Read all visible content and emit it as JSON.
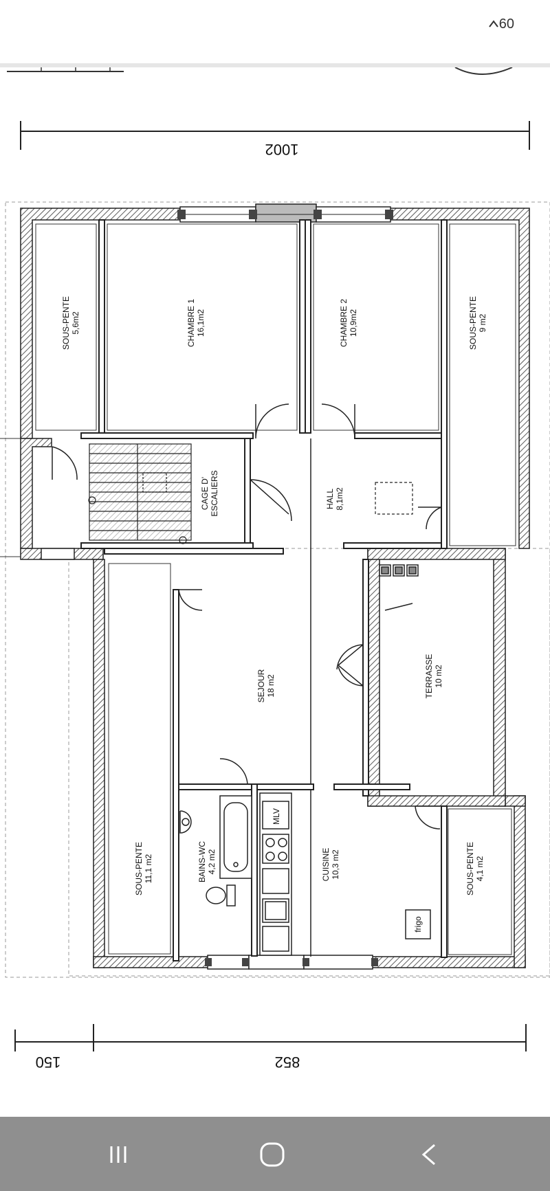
{
  "status_bar": {
    "signal_text": "60",
    "icon": "data-arrows-icon"
  },
  "plan": {
    "dimensions": {
      "top": "1002",
      "bottom_left": "150",
      "bottom_right": "852"
    },
    "rooms": [
      {
        "id": "sous-pente-a",
        "name": "SOUS-PENTE",
        "area": "5,6m2"
      },
      {
        "id": "chambre-1",
        "name": "CHAMBRE 1",
        "area": "16,1m2"
      },
      {
        "id": "chambre-2",
        "name": "CHAMBRE 2",
        "area": "10,9m2"
      },
      {
        "id": "sous-pente-b",
        "name": "SOUS-PENTE",
        "area": "9 m2"
      },
      {
        "id": "cage-escaliers",
        "name": "CAGE D'",
        "area": "ESCALIERS"
      },
      {
        "id": "hall",
        "name": "HALL",
        "area": "8,1m2"
      },
      {
        "id": "sejour",
        "name": "SEJOUR",
        "area": "18 m2"
      },
      {
        "id": "terrasse",
        "name": "TERRASSE",
        "area": "10 m2"
      },
      {
        "id": "sous-pente-c",
        "name": "SOUS-PENTE",
        "area": "11,1 m2"
      },
      {
        "id": "bains-wc",
        "name": "BAINS-WC",
        "area": "4,2 m2"
      },
      {
        "id": "cuisine",
        "name": "CUISINE",
        "area": "10,3 m2"
      },
      {
        "id": "sous-pente-d",
        "name": "SOUS-PENTE",
        "area": "4,1 m2"
      }
    ],
    "fixtures": {
      "mlv": "MLV",
      "frigo": "frigo"
    }
  },
  "nav": {
    "recent": "recent-apps-icon",
    "home": "home-icon",
    "back": "back-icon"
  },
  "colors": {
    "wall": "#2a2a2a",
    "hatch": "#6a6a6a",
    "nav_bg": "#8f8f8f",
    "nav_icon": "#ffffff"
  }
}
